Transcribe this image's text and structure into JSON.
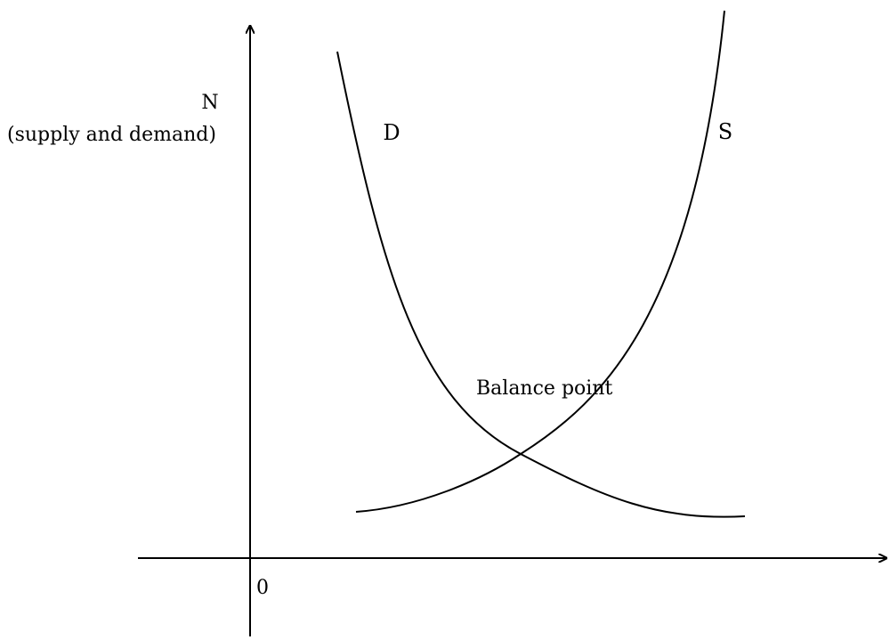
{
  "axis_y": {
    "symbol": "N",
    "description": "(supply and demand)"
  },
  "axis_origin": "0",
  "curve_demand": "D",
  "curve_supply": "S",
  "annotation": "Balance point",
  "colors": {
    "ink": "#000000",
    "background": "#ffffff"
  }
}
